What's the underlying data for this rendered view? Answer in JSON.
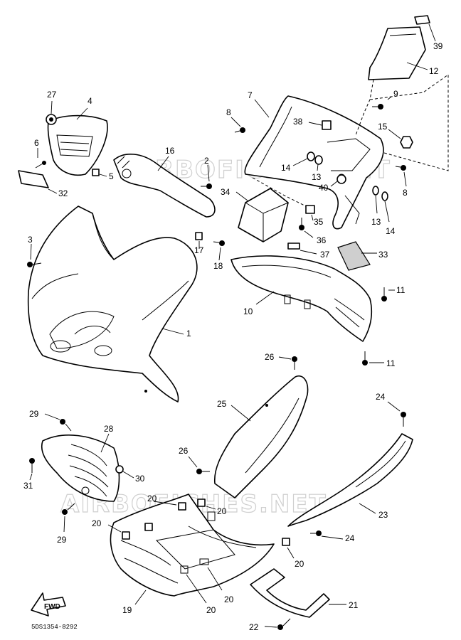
{
  "diagram": {
    "drawing_code": "5DS1354-8292",
    "fwd_label": "FWD",
    "watermark": "AIRBOFICHES.NET",
    "callouts": {
      "c1": "1",
      "c2": "2",
      "c3": "3",
      "c4": "4",
      "c5": "5",
      "c6": "6",
      "c7": "7",
      "c8a": "8",
      "c8b": "8",
      "c9": "9",
      "c10": "10",
      "c11a": "11",
      "c11b": "11",
      "c12": "12",
      "c13a": "13",
      "c13b": "13",
      "c14a": "14",
      "c14b": "14",
      "c15": "15",
      "c16": "16",
      "c17": "17",
      "c18": "18",
      "c19": "19",
      "c20a": "20",
      "c20b": "20",
      "c20c": "20",
      "c20d": "20",
      "c20e": "20",
      "c20f": "20",
      "c21": "21",
      "c22": "22",
      "c23": "23",
      "c24a": "24",
      "c24b": "24",
      "c25": "25",
      "c26a": "26",
      "c26b": "26",
      "c27": "27",
      "c28": "28",
      "c29a": "29",
      "c29b": "29",
      "c30": "30",
      "c31": "31",
      "c32": "32",
      "c33": "33",
      "c34": "34",
      "c35": "35",
      "c36": "36",
      "c37": "37",
      "c38": "38",
      "c39": "39",
      "c40": "40"
    }
  }
}
